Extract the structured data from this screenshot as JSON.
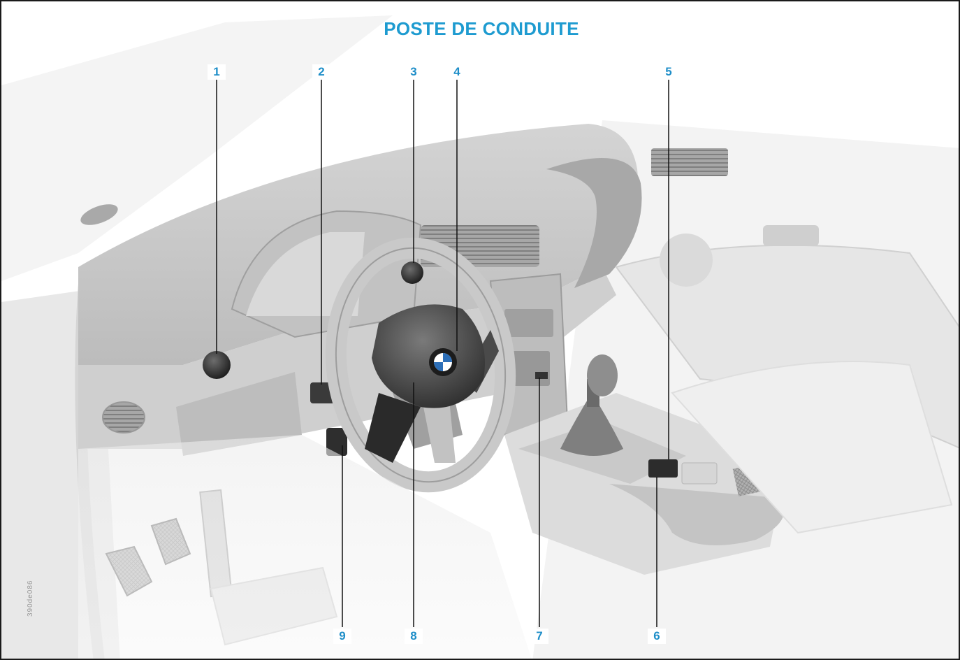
{
  "title": "POSTE DE CONDUITE",
  "callouts": {
    "n1": "1",
    "n2": "2",
    "n3": "3",
    "n4": "4",
    "n5": "5",
    "n6": "6",
    "n7": "7",
    "n8": "8",
    "n9": "9"
  },
  "image_code": "390de086",
  "colors": {
    "title": "#1e9bd0",
    "callout_number": "#1e8ec8",
    "leader_line": "#111111",
    "frame_border": "#1a1a1a"
  },
  "illustration": {
    "subject": "car interior cockpit",
    "icons": [
      "steering-wheel-icon",
      "bmw-logo-icon",
      "gear-shift-icon",
      "pedals-icon",
      "air-vent-icon"
    ]
  }
}
